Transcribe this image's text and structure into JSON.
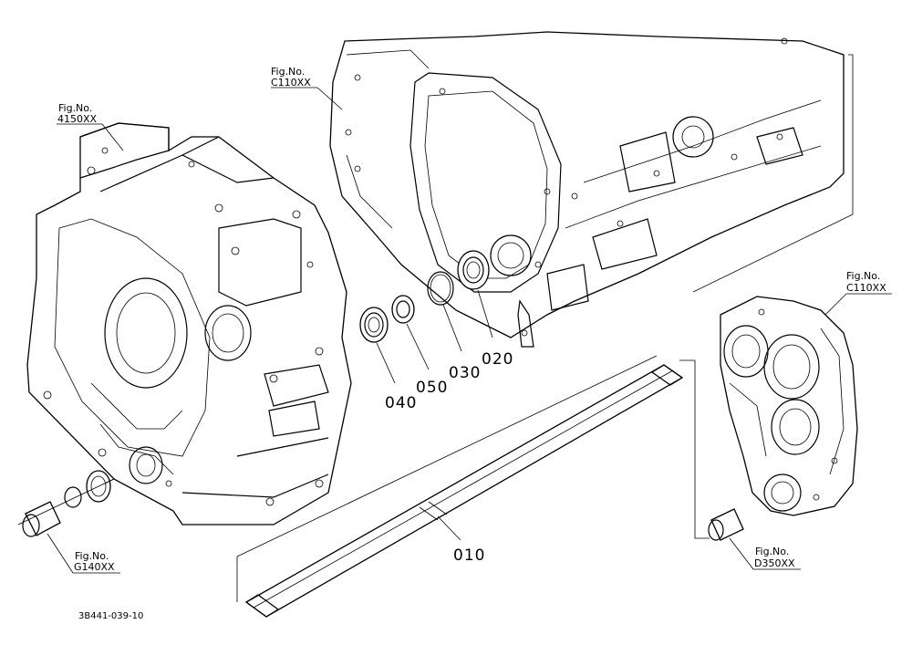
{
  "diagram_code": "3B441-039-10",
  "fig_refs": {
    "ref_4150": {
      "label": "Fig.No.",
      "code": "4150XX"
    },
    "ref_c110_top": {
      "label": "Fig.No.",
      "code": "C110XX"
    },
    "ref_c110_right": {
      "label": "Fig.No.",
      "code": "C110XX"
    },
    "ref_g140": {
      "label": "Fig.No.",
      "code": "G140XX"
    },
    "ref_d350": {
      "label": "Fig.No.",
      "code": "D350XX"
    }
  },
  "part_numbers": {
    "p010": "010",
    "p020": "020",
    "p030": "030",
    "p040": "040",
    "p050": "050"
  }
}
